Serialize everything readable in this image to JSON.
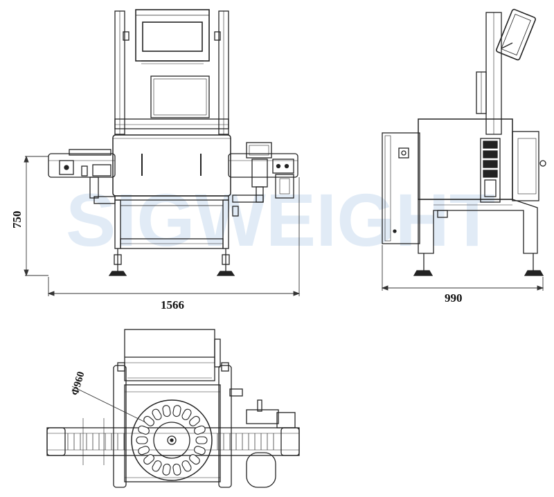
{
  "watermark": {
    "text": "SIGWEIGHT",
    "color": "#c9dcf0"
  },
  "dimensions": {
    "height": "750",
    "width_front": "1566",
    "depth_side": "990",
    "turntable_diameter": "Φ960"
  },
  "colors": {
    "line": "#222222",
    "dim": "#333333"
  }
}
